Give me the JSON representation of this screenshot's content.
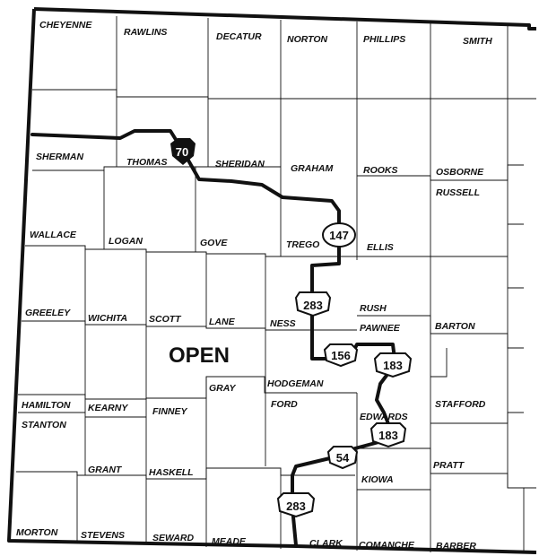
{
  "map": {
    "region_label": "OPEN",
    "counties": [
      "CHEYENNE",
      "RAWLINS",
      "DECATUR",
      "NORTON",
      "PHILLIPS",
      "SMITH",
      "SHERMAN",
      "THOMAS",
      "SHERIDAN",
      "GRAHAM",
      "ROOKS",
      "OSBORNE",
      "RUSSELL",
      "WALLACE",
      "LOGAN",
      "GOVE",
      "TREGO",
      "ELLIS",
      "GREELEY",
      "WICHITA",
      "SCOTT",
      "LANE",
      "NESS",
      "RUSH",
      "PAWNEE",
      "BARTON",
      "HODGEMAN",
      "GRAY",
      "FORD",
      "HAMILTON",
      "KEARNY",
      "FINNEY",
      "STAFFORD",
      "STANTON",
      "EDWARDS",
      "GRANT",
      "HASKELL",
      "KIOWA",
      "PRATT",
      "MORTON",
      "STEVENS",
      "SEWARD",
      "MEADE",
      "CLARK",
      "COMANCHE",
      "BARBER"
    ],
    "routes": [
      "70",
      "147",
      "283",
      "156",
      "183",
      "183",
      "54",
      "283"
    ]
  }
}
